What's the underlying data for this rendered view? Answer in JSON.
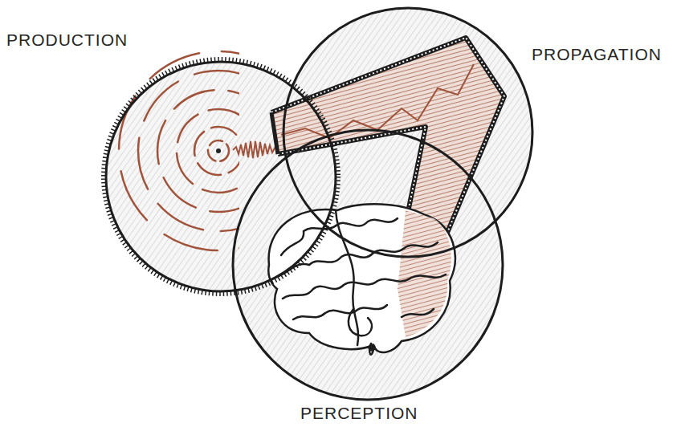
{
  "diagram": {
    "nodes": [
      {
        "text": [
          "PRODUCTION"
        ]
      },
      {
        "text": [
          "PROPAGATION"
        ]
      },
      {
        "text": [
          "PERCEPTION"
        ]
      }
    ]
  }
}
